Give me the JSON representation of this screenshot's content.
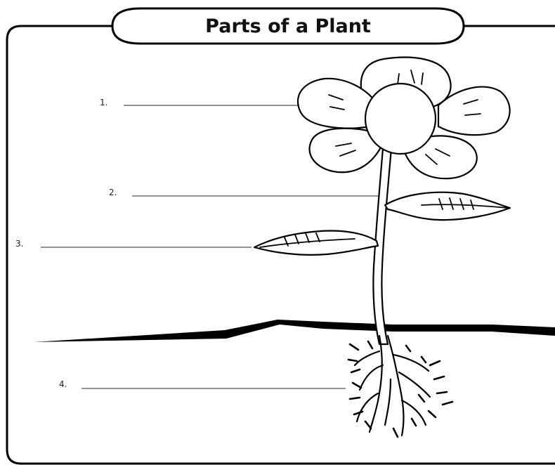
{
  "worksheet": {
    "title": "Parts of a Plant",
    "labels": [
      {
        "number": "1."
      },
      {
        "number": "2."
      },
      {
        "number": "3."
      },
      {
        "number": "4."
      }
    ]
  },
  "colors": {
    "ink": "#000000",
    "background": "#ffffff"
  }
}
